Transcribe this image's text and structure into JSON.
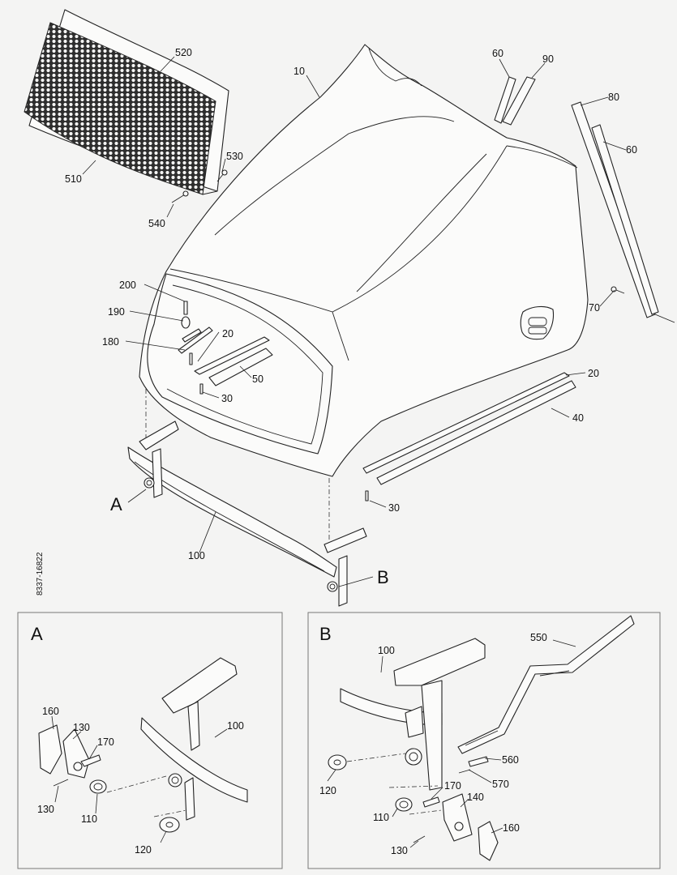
{
  "drawing_reference": "8337-16822",
  "callouts_main": {
    "c10": "10",
    "c520": "520",
    "c510": "510",
    "c530": "530",
    "c540": "540",
    "c60a": "60",
    "c90": "90",
    "c80": "80",
    "c60b": "60",
    "c70": "70",
    "c200": "200",
    "c190": "190",
    "c180": "180",
    "c20a": "20",
    "c50": "50",
    "c30a": "30",
    "c20b": "20",
    "c40": "40",
    "c30b": "30",
    "c100": "100",
    "cA": "A",
    "cB": "B"
  },
  "detail_a": {
    "title": "A",
    "callouts": {
      "c160": "160",
      "c130a": "130",
      "c170": "170",
      "c100": "100",
      "c130b": "130",
      "c110": "110",
      "c120": "120"
    }
  },
  "detail_b": {
    "title": "B",
    "callouts": {
      "c550": "550",
      "c100": "100",
      "c560": "560",
      "c570": "570",
      "c120": "120",
      "c170": "170",
      "c140": "140",
      "c110": "110",
      "c160": "160",
      "c130": "130"
    }
  },
  "colors": {
    "background": "#f4f4f3",
    "line": "#222222",
    "frame": "#777777"
  }
}
